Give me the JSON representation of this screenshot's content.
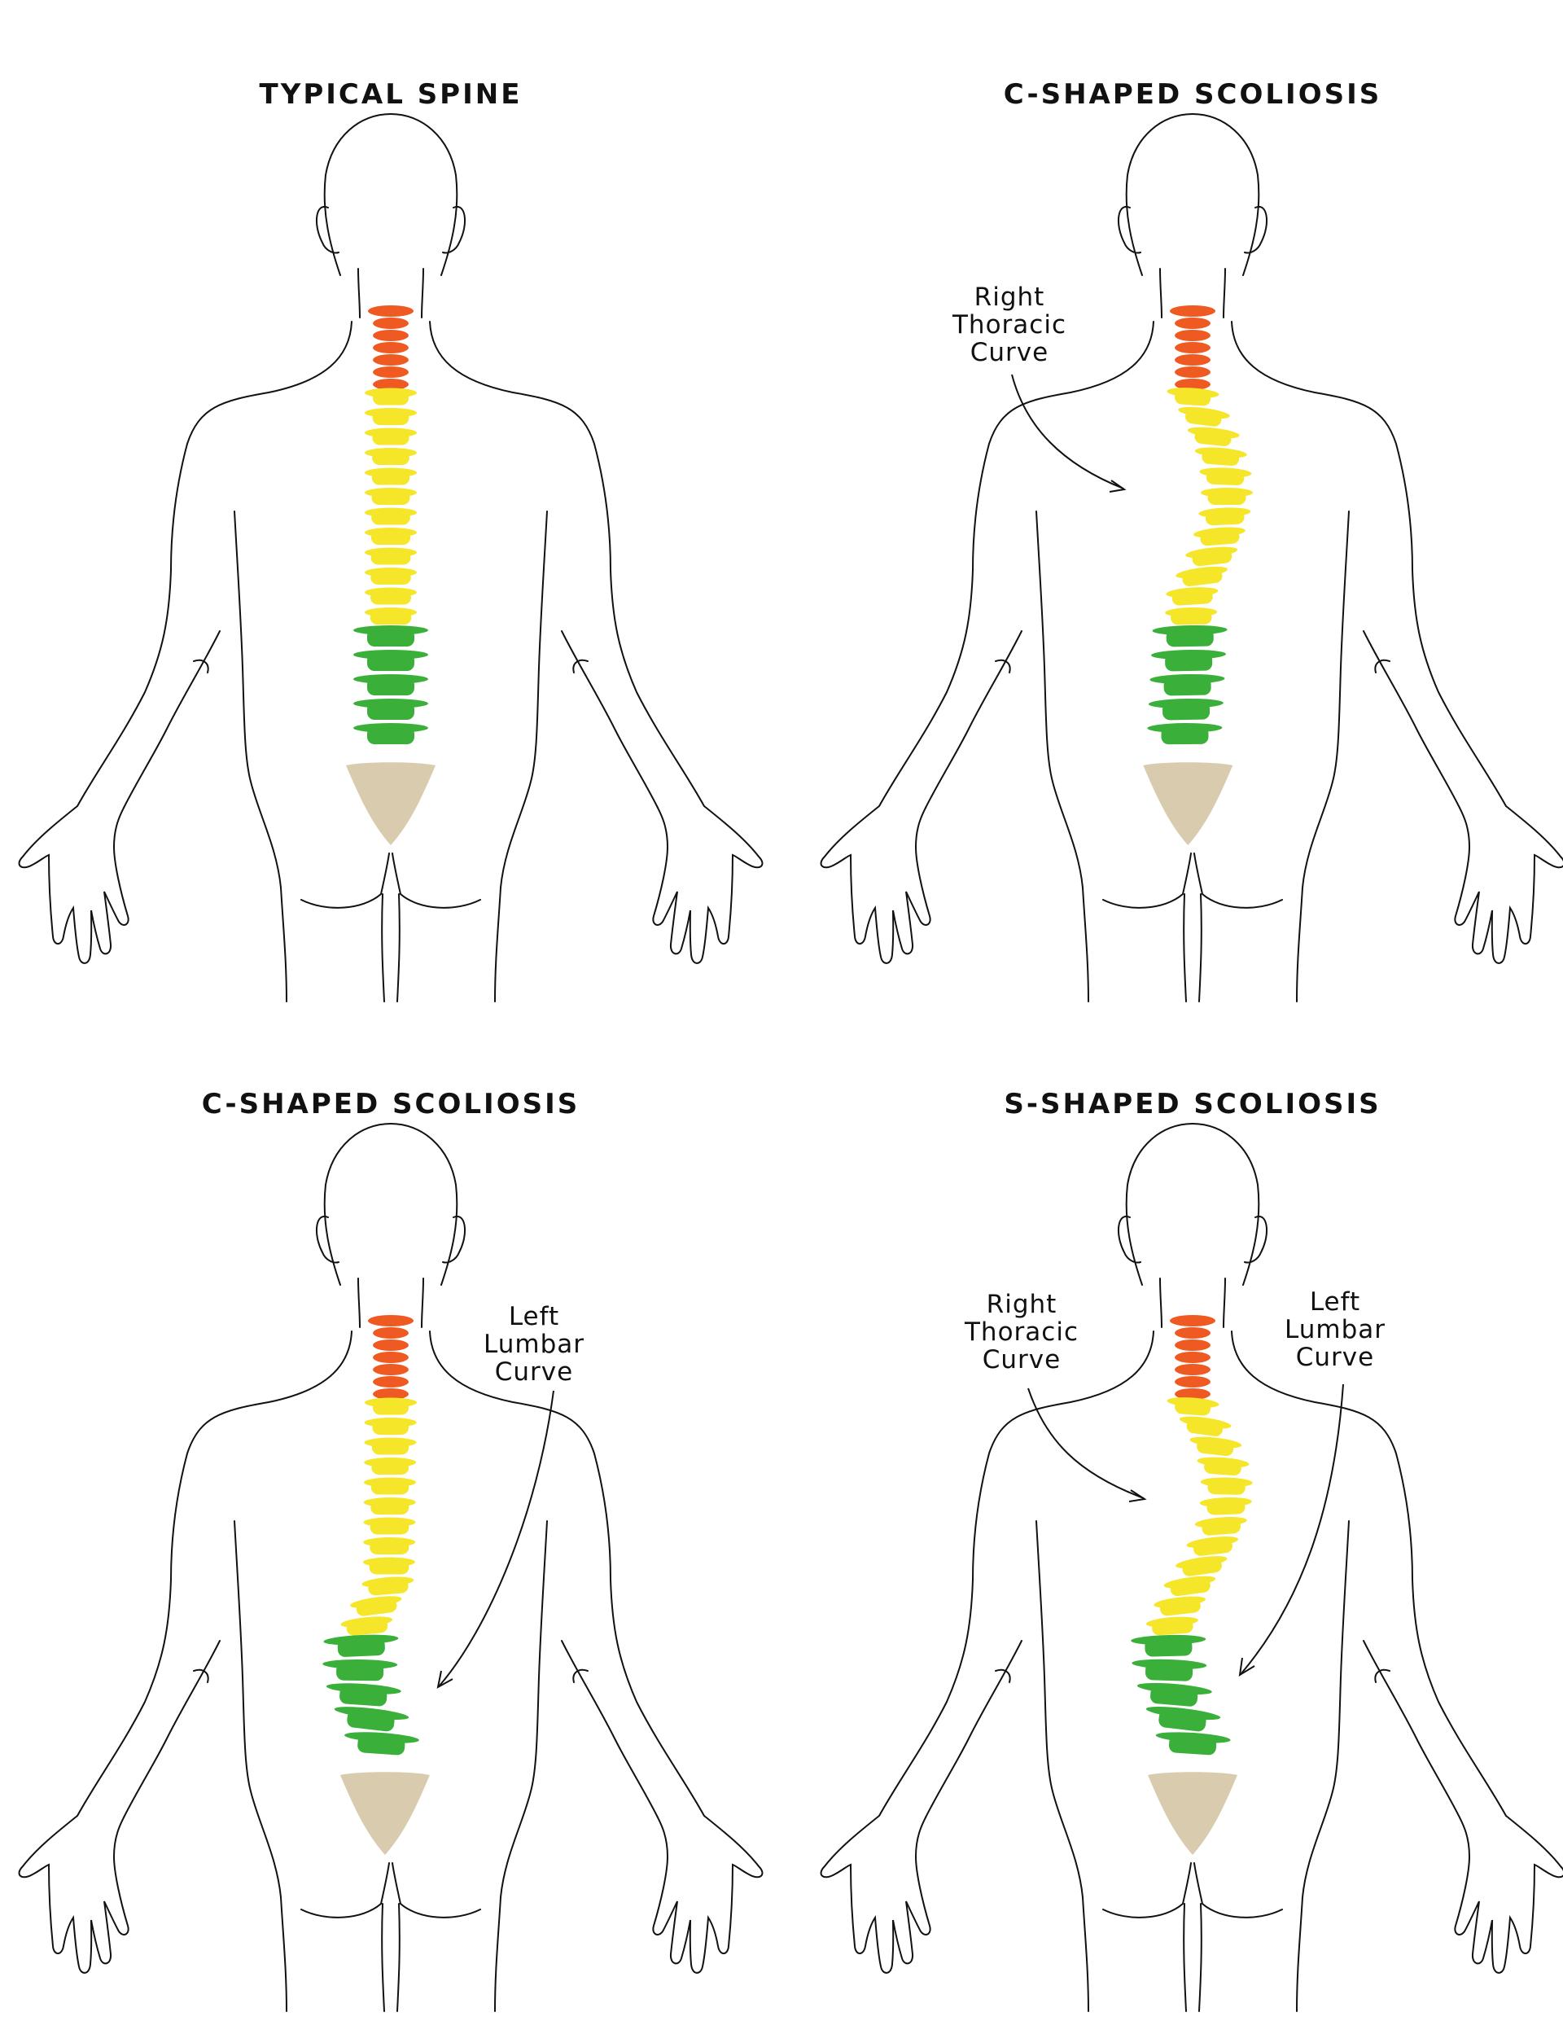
{
  "panels": [
    {
      "title": "TYPICAL SPINE",
      "shape": "straight",
      "callouts": []
    },
    {
      "title": "C-SHAPED SCOLIOSIS",
      "shape": "c-thoracic",
      "callouts": [
        {
          "lines": [
            "Right",
            "Thoracic",
            "Curve"
          ]
        }
      ]
    },
    {
      "title": "C-SHAPED SCOLIOSIS",
      "shape": "c-lumbar",
      "callouts": [
        {
          "lines": [
            "Left",
            "Lumbar",
            "Curve"
          ]
        }
      ]
    },
    {
      "title": "S-SHAPED SCOLIOSIS",
      "shape": "s",
      "callouts": [
        {
          "lines": [
            "Right",
            "Thoracic",
            "Curve"
          ]
        },
        {
          "lines": [
            "Left",
            "Lumbar",
            "Curve"
          ]
        }
      ]
    }
  ],
  "colors": {
    "outline": "#111111",
    "cervical": "#ee5a22",
    "thoracic": "#f5e62a",
    "lumbar": "#3ab03a",
    "sacrum": "#d9ccae"
  }
}
